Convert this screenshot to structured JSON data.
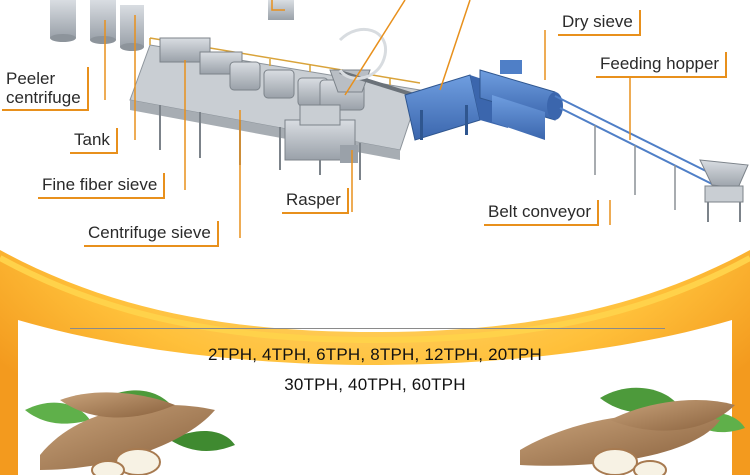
{
  "labels": {
    "peeler_centrifuge_line1": "Peeler",
    "peeler_centrifuge_line2": "centrifuge",
    "tank": "Tank",
    "fine_fiber_sieve": "Fine fiber sieve",
    "centrifuge_sieve": "Centrifuge sieve",
    "rasper": "Rasper",
    "dry_sieve": "Dry sieve",
    "feeding_hopper": "Feeding hopper",
    "belt_conveyor": "Belt conveyor"
  },
  "capacities": {
    "line1": "2TPH, 4TPH, 6TPH, 8TPH, 12TPH, 20TPH",
    "line2": "30TPH, 40TPH, 60TPH"
  },
  "colors": {
    "accent_orange": "#f39a1e",
    "machine_blue": "#4f7fc7",
    "machine_gray": "#b9bec4",
    "background_white": "#ffffff"
  },
  "icons": {
    "cassava": "cassava-root-icon",
    "leaf": "leaf-icon"
  }
}
